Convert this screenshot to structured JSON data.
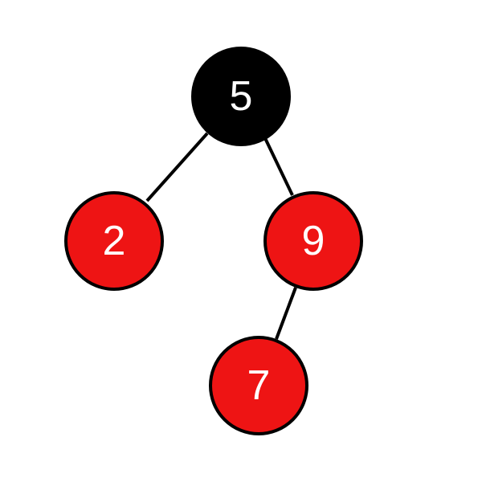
{
  "colors": {
    "black_node": "#000000",
    "red_node": "#ee1414",
    "label": "#ffffff",
    "edge": "#000000"
  },
  "tree": {
    "nodes": [
      {
        "id": "n5",
        "value": "5",
        "color": "black"
      },
      {
        "id": "n2",
        "value": "2",
        "color": "red"
      },
      {
        "id": "n9",
        "value": "9",
        "color": "red"
      },
      {
        "id": "n7",
        "value": "7",
        "color": "red"
      }
    ],
    "edges": [
      {
        "from": "n5",
        "to": "n2"
      },
      {
        "from": "n5",
        "to": "n9"
      },
      {
        "from": "n9",
        "to": "n7"
      }
    ]
  }
}
